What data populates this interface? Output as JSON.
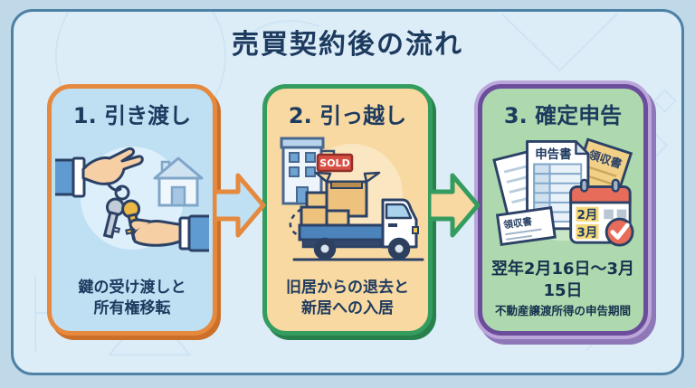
{
  "title": "売買契約後の流れ",
  "colors": {
    "outer_bg": "#c0d9e8",
    "card_bg": "#dcedf8",
    "card_border": "#4e81a6",
    "title_text": "#1d3a5f",
    "step1_fill": "#bfdff3",
    "step1_border": "#e5893e",
    "step2_fill": "#f8d9a2",
    "step2_border": "#359c5f",
    "step3_fill": "#aed9ae",
    "step3_border": "#6b4d9b",
    "sold_sign_red": "#d94f43",
    "calendar_red": "#e76c59",
    "key_gold": "#edb844"
  },
  "steps": [
    {
      "heading": "1. 引き渡し",
      "caption_line1": "鍵の受け渡しと",
      "caption_line2": "所有権移転",
      "icon": "hands-exchanging-keys-with-house"
    },
    {
      "heading": "2. 引っ越し",
      "caption_line1": "旧居からの退去と",
      "caption_line2": "新居への入居",
      "sold_sign": "SOLD",
      "icon": "moving-truck-with-boxes"
    },
    {
      "heading": "3. 確定申告",
      "caption_line1": "翌年2月16日〜3月15日",
      "caption_line2": "不動産譲渡所得の申告期間",
      "form_label": "申告書",
      "receipt_label_back": "領収書",
      "receipt_label_front": "領収書",
      "calendar_month_top": "2月",
      "calendar_month_bottom": "3月",
      "icon": "tax-documents-and-calendar"
    }
  ]
}
